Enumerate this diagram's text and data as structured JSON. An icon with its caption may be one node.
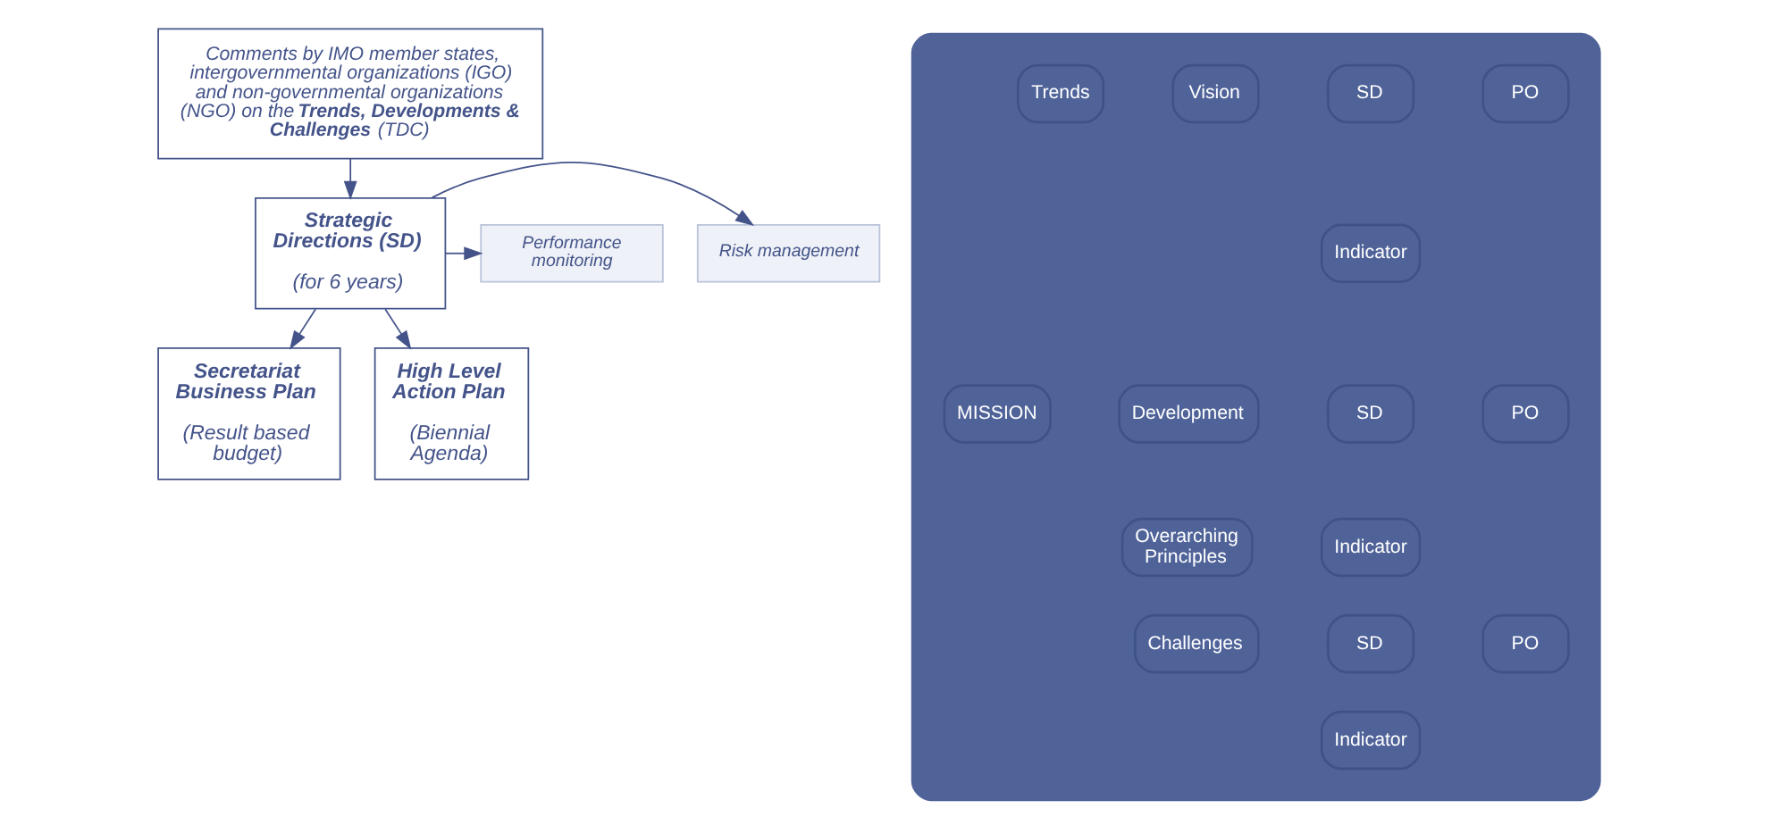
{
  "diagram": {
    "nodes": [
      {
        "text": [
          "Comments by IMO member states, intergovernmental organizations (IGO) and non-governmental organizations (NGO) on the **Trends, Developments & Challenges** (TDC)"
        ]
      },
      {
        "text": [
          "Strategic Directions (SD)",
          "(for 6 years)"
        ]
      },
      {
        "text": [
          "Performance monitoring"
        ]
      },
      {
        "text": [
          "Risk management"
        ]
      },
      {
        "text": [
          "Secretariat Business Plan",
          "(Result based budget)"
        ]
      },
      {
        "text": [
          "High Level Action Plan",
          "(Biennial Agenda)"
        ]
      },
      {
        "text": [],
        "shape": "box"
      },
      {
        "text": [
          "MISSION"
        ],
        "in": 6
      },
      {
        "text": [
          "Trends"
        ],
        "in": 6
      },
      {
        "text": [
          "Development"
        ],
        "in": 6
      },
      {
        "text": [
          "Challenges"
        ],
        "in": 6
      },
      {
        "text": [
          "Vision"
        ],
        "in": 6
      },
      {
        "text": [
          "Overarching Principles"
        ],
        "in": 6
      },
      {
        "text": [
          "SD"
        ],
        "in": 6
      },
      {
        "text": [
          "PO"
        ],
        "in": 6
      },
      {
        "text": [
          "Indicator"
        ],
        "in": 6
      },
      {
        "text": [
          "SD"
        ],
        "in": 6
      },
      {
        "text": [
          "PO"
        ],
        "in": 6
      },
      {
        "text": [
          "Indicator"
        ],
        "in": 6
      },
      {
        "text": [
          "SD"
        ],
        "in": 6
      },
      {
        "text": [
          "PO"
        ],
        "in": 6
      },
      {
        "text": [
          "Indicator"
        ],
        "in": 6
      }
    ],
    "edges": [
      {
        "from": 0,
        "to": 1,
        "arrow": "to"
      },
      {
        "from": 1,
        "to": 2,
        "arrow": "to"
      },
      {
        "from": 1,
        "to": 3,
        "arrow": "to"
      },
      {
        "from": 1,
        "to": 4,
        "arrow": "to"
      },
      {
        "from": 1,
        "to": 5,
        "arrow": "to"
      }
    ]
  }
}
